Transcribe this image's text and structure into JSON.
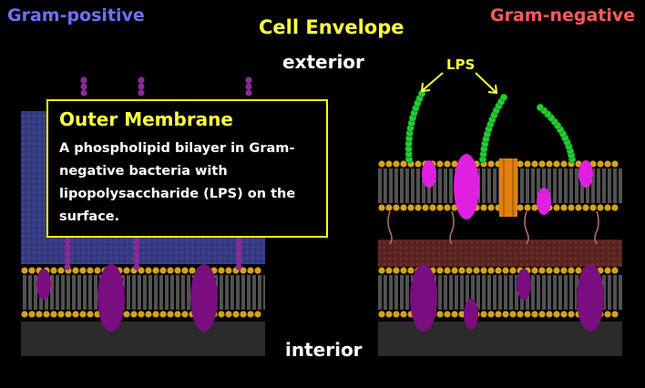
{
  "titles": {
    "gram_positive": "Gram-positive",
    "cell_envelope": "Cell Envelope",
    "gram_negative": "Gram-negative"
  },
  "labels": {
    "exterior": "exterior",
    "interior": "interior",
    "lps": "LPS"
  },
  "info_box": {
    "title": "Outer Membrane",
    "body": "A phospholipid bilayer in Gram-negative bacteria with lipopolysaccharide (LPS) on the surface."
  },
  "colors": {
    "gram_positive_title": "#7070ff",
    "gram_negative_title": "#ff5a5a",
    "heading": "#ffff40",
    "box_border": "#ffff00",
    "lipid_head": "#d6a21a",
    "protein": "#7a0d80",
    "outer_protein": "#e020e0",
    "porin": "#e08010",
    "lps_bead": "#22cc33",
    "peptidoglycan_gp": "#3a3d88",
    "peptidoglycan_gn": "#6a2a25"
  }
}
